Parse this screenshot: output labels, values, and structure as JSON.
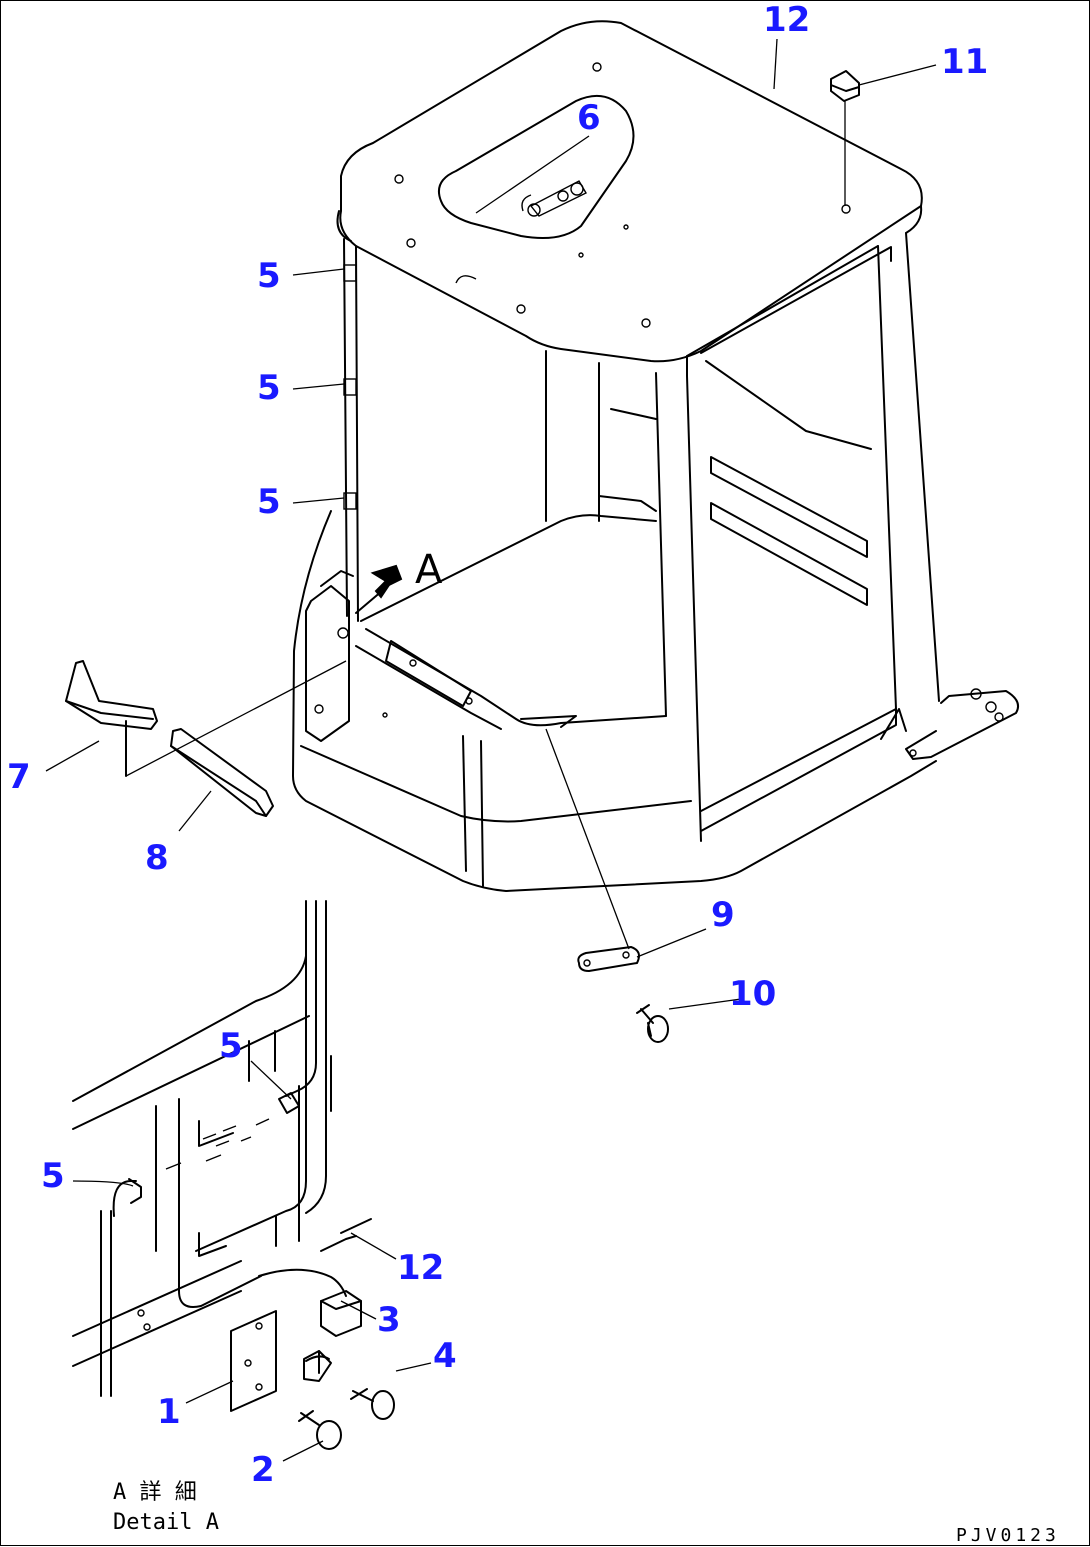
{
  "callouts": {
    "c1": "1",
    "c2": "2",
    "c3": "3",
    "c4": "4",
    "c5a": "5",
    "c5b": "5",
    "c5c": "5",
    "c5d": "5",
    "c5e": "5",
    "c6": "6",
    "c7": "7",
    "c8": "8",
    "c9": "9",
    "c10": "10",
    "c11": "11",
    "c12a": "12",
    "c12b": "12"
  },
  "view_marker": "A",
  "detail_caption": {
    "line1": "A 詳 細",
    "line2": "Detail A"
  },
  "drawing_code": "PJV0123",
  "colors": {
    "callout": "#1a1aff",
    "line": "#000000",
    "background": "#ffffff"
  }
}
